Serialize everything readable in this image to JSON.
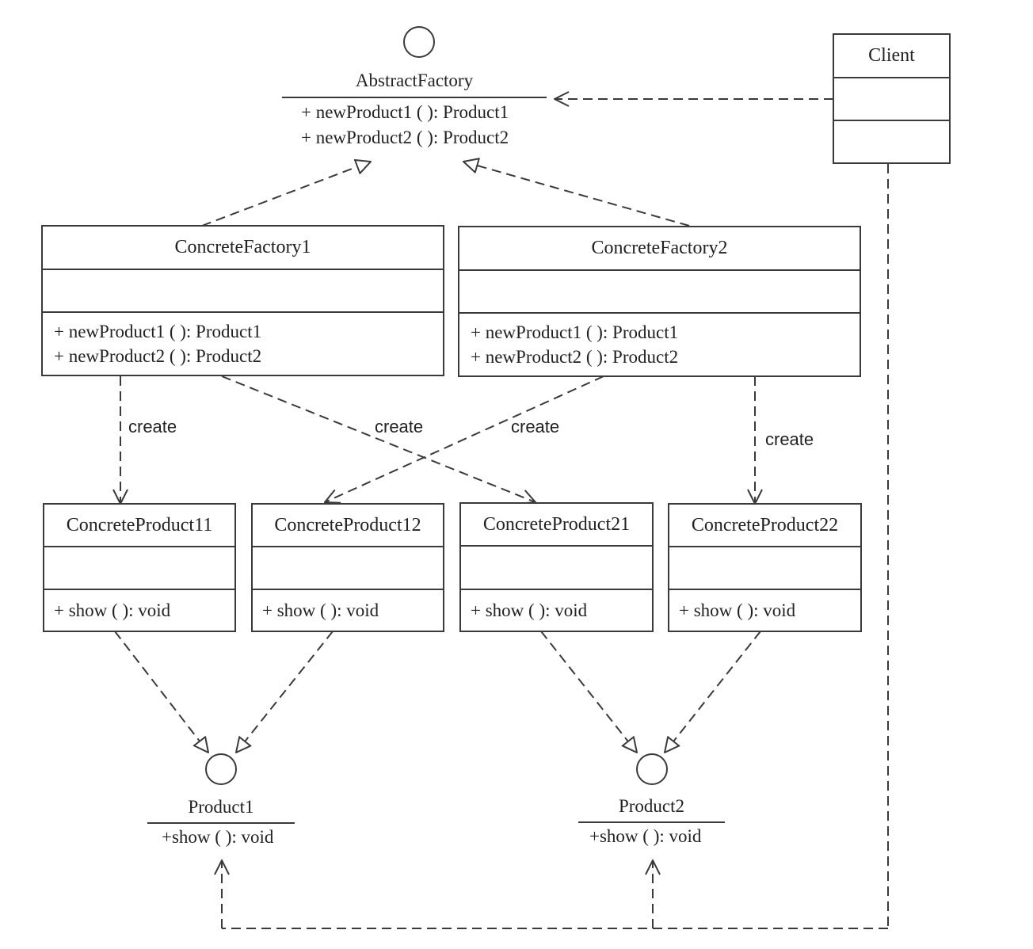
{
  "abstract_factory": {
    "name": "AbstractFactory",
    "ops": [
      "+ newProduct1 ( ): Product1",
      "+ newProduct2 ( ): Product2"
    ]
  },
  "client": {
    "name": "Client"
  },
  "factories": [
    {
      "name": "ConcreteFactory1",
      "ops": [
        "+ newProduct1 ( ): Product1",
        "+ newProduct2 ( ): Product2"
      ]
    },
    {
      "name": "ConcreteFactory2",
      "ops": [
        "+ newProduct1 ( ): Product1",
        "+ newProduct2 ( ): Product2"
      ]
    }
  ],
  "products": [
    {
      "name": "ConcreteProduct11",
      "op": "+ show ( ): void"
    },
    {
      "name": "ConcreteProduct12",
      "op": "+ show ( ): void"
    },
    {
      "name": "ConcreteProduct21",
      "op": "+ show ( ): void"
    },
    {
      "name": "ConcreteProduct22",
      "op": "+ show ( ): void"
    }
  ],
  "interfaces": [
    {
      "name": "Product1",
      "op": "+show ( ): void"
    },
    {
      "name": "Product2",
      "op": "+show ( ): void"
    }
  ],
  "edge_labels": [
    "create",
    "create",
    "create",
    "create"
  ],
  "colors": {
    "line": "#3a3a3a",
    "text": "#222222",
    "background": "#ffffff"
  }
}
